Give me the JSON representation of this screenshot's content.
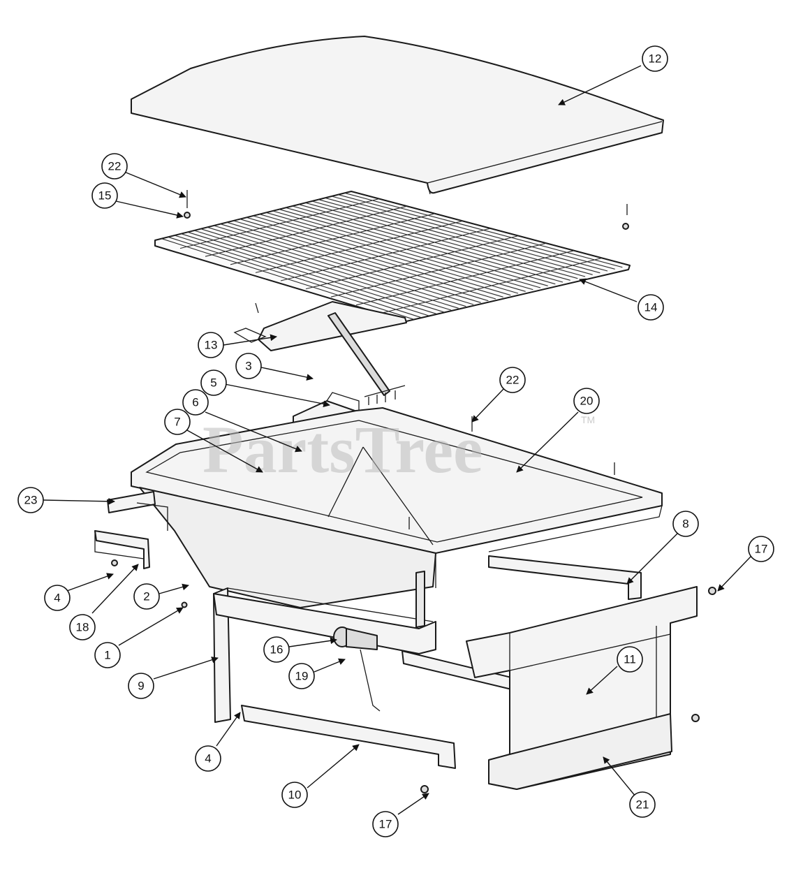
{
  "watermark": {
    "text": "PartsTree",
    "trademark": "TM"
  },
  "callouts": [
    {
      "label": "12"
    },
    {
      "label": "22"
    },
    {
      "label": "15"
    },
    {
      "label": "14"
    },
    {
      "label": "13"
    },
    {
      "label": "3"
    },
    {
      "label": "5"
    },
    {
      "label": "22"
    },
    {
      "label": "20"
    },
    {
      "label": "6"
    },
    {
      "label": "7"
    },
    {
      "label": "23"
    },
    {
      "label": "8"
    },
    {
      "label": "17"
    },
    {
      "label": "4"
    },
    {
      "label": "2"
    },
    {
      "label": "18"
    },
    {
      "label": "1"
    },
    {
      "label": "16"
    },
    {
      "label": "9"
    },
    {
      "label": "19"
    },
    {
      "label": "11"
    },
    {
      "label": "4"
    },
    {
      "label": "10"
    },
    {
      "label": "21"
    },
    {
      "label": "17"
    }
  ],
  "colors": {
    "line": "#1a1a1a",
    "fill": "#f4f4f4",
    "watermark": "#bdbdbd"
  }
}
